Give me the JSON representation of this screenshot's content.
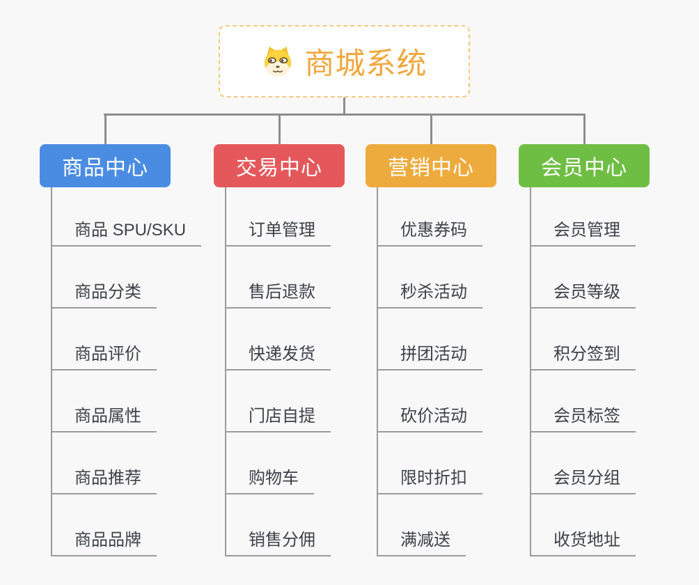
{
  "page": {
    "background_color": "#f8f8f8",
    "connector_color": "#8d8d8d"
  },
  "root": {
    "title": "商城系统",
    "icon": "dog-face-icon",
    "text_color": "#f0a73d",
    "border_color": "#f5c87f"
  },
  "branches": [
    {
      "label": "商品中心",
      "color": "#4a8ce2",
      "children": [
        "商品 SPU/SKU",
        "商品分类",
        "商品评价",
        "商品属性",
        "商品推荐",
        "商品品牌"
      ]
    },
    {
      "label": "交易中心",
      "color": "#e4585b",
      "children": [
        "订单管理",
        "售后退款",
        "快递发货",
        "门店自提",
        "购物车",
        "销售分佣"
      ]
    },
    {
      "label": "营销中心",
      "color": "#eeab3d",
      "children": [
        "优惠券码",
        "秒杀活动",
        "拼团活动",
        "砍价活动",
        "限时折扣",
        "满减送"
      ]
    },
    {
      "label": "会员中心",
      "color": "#6fbe44",
      "children": [
        "会员管理",
        "会员等级",
        "积分签到",
        "会员标签",
        "会员分组",
        "收货地址"
      ]
    }
  ]
}
